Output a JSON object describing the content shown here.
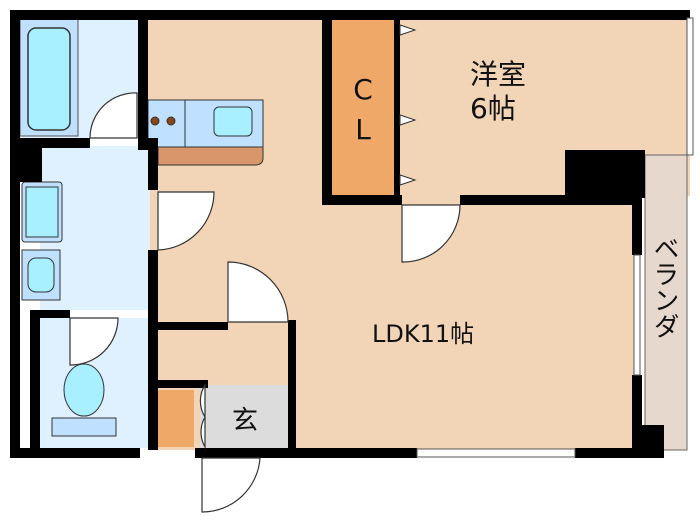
{
  "rooms": {
    "western_room": {
      "name": "洋室",
      "size": "6帖"
    },
    "closet": {
      "line1": "C",
      "line2": "L"
    },
    "ldk": {
      "label": "LDK11帖"
    },
    "entrance": {
      "label": "玄"
    },
    "veranda": {
      "label": "ベランダ"
    }
  },
  "colors": {
    "wall": "#000000",
    "living": "#f2d4b7",
    "closet": "#f0a868",
    "wet_area": "#dff0ff",
    "fixture": "#a8f0ff",
    "entrance": "#dcdcdc",
    "veranda": "#e6d8cc"
  }
}
